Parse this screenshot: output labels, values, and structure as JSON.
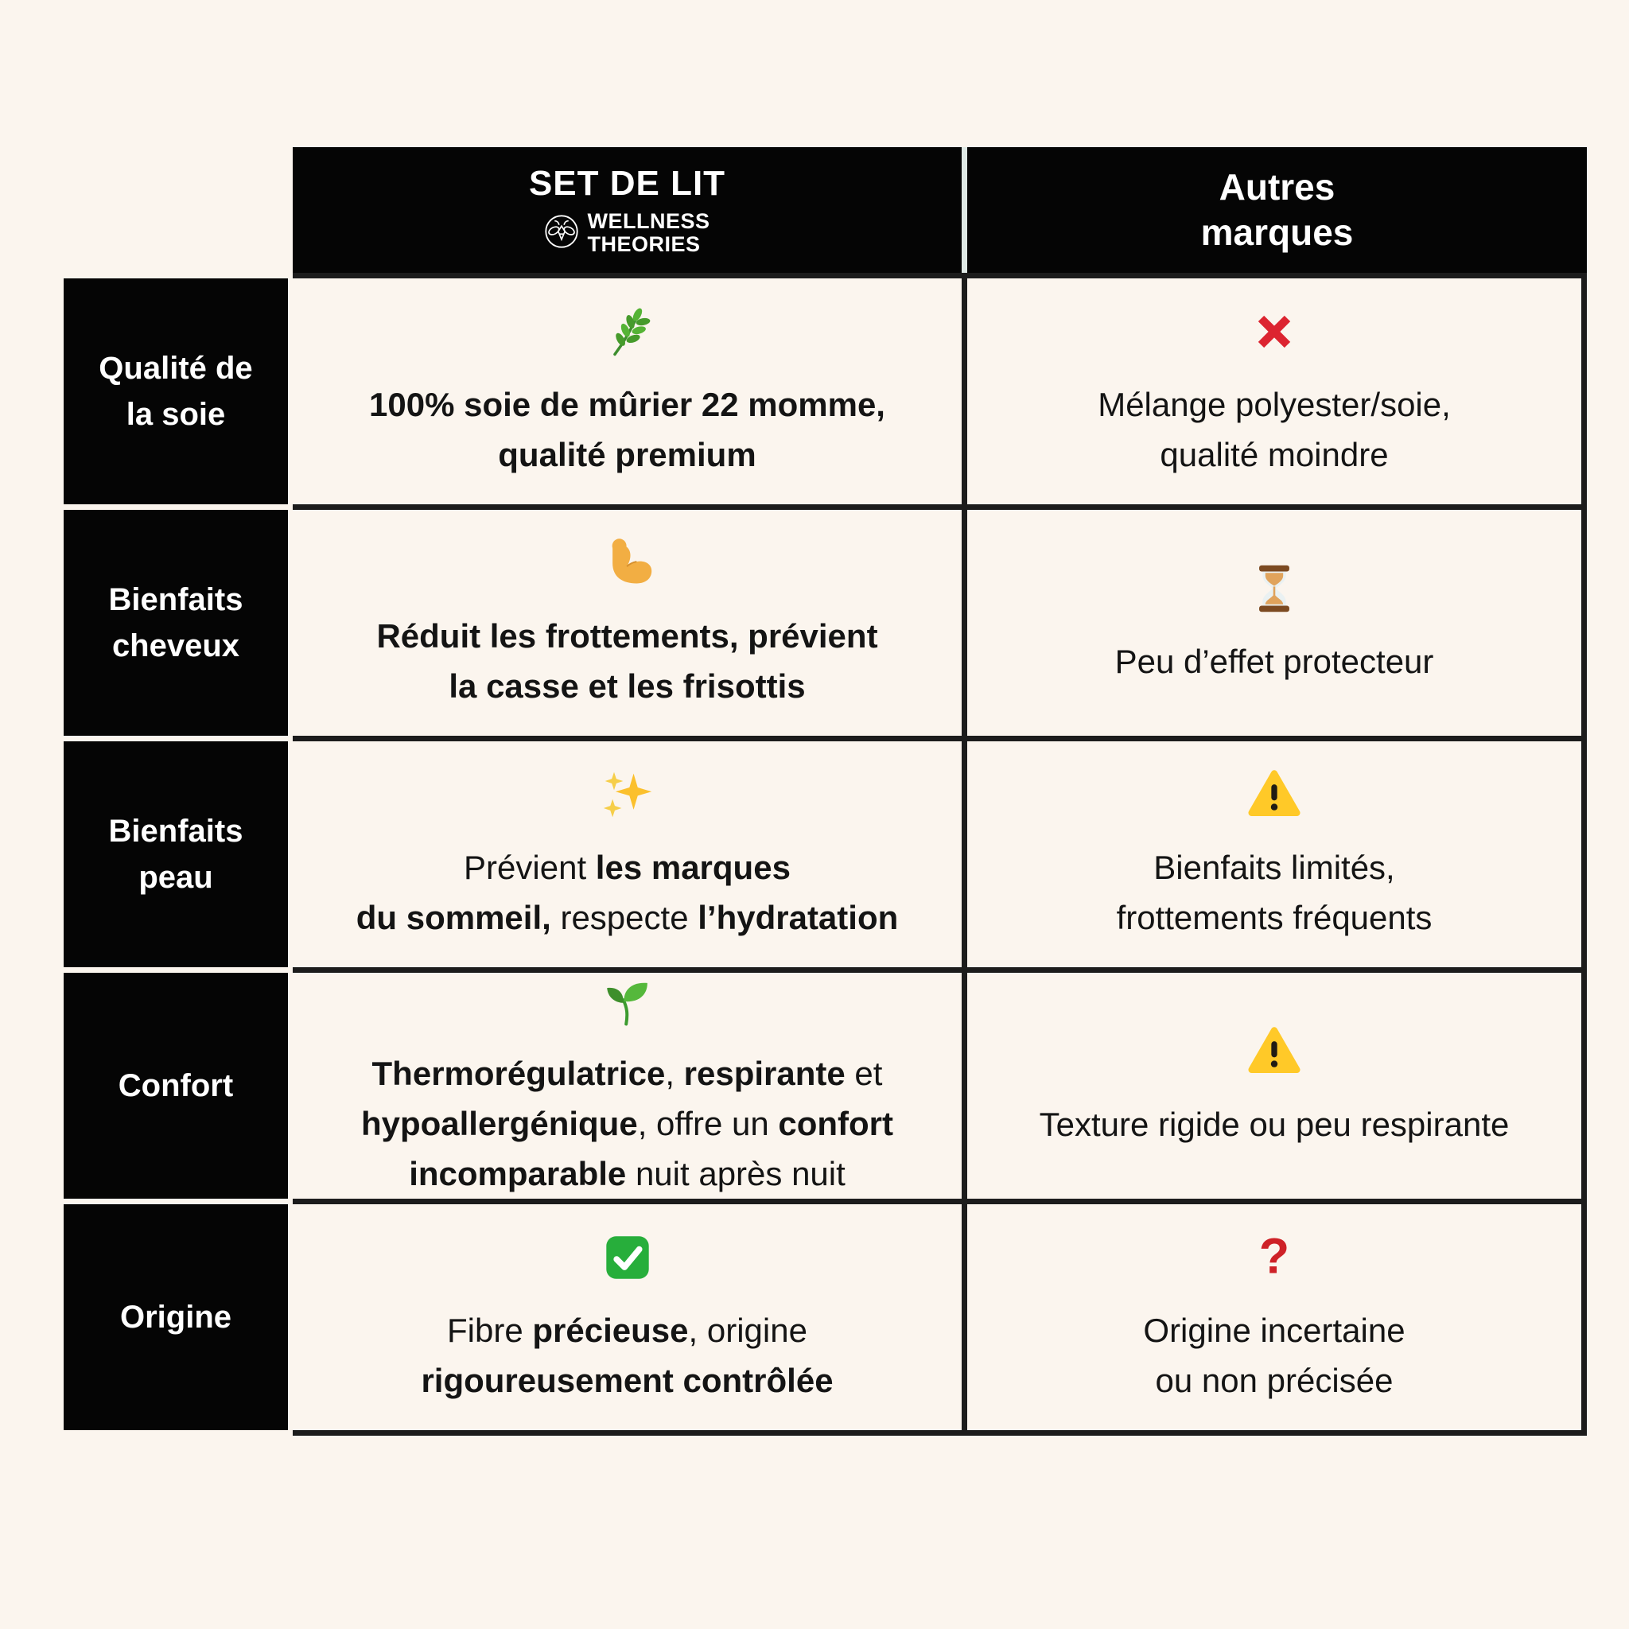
{
  "colors": {
    "background": "#FBF5EE",
    "cell_black": "#050505",
    "border_dark": "#1C1C1C",
    "header_separator": "#DEE8E4",
    "text_dark": "#141414",
    "cross_red": "#DC2430",
    "question_red": "#CE2127"
  },
  "header": {
    "product_column": {
      "title": "SET DE LIT",
      "brand_logo": "bee-logo-icon",
      "brand_name_line1": "WELLNESS",
      "brand_name_line2": "THEORIES"
    },
    "competitor_column": {
      "line1": "Autres",
      "line2": "marques"
    }
  },
  "rows": [
    {
      "label_lines": [
        "Qualité de",
        "la soie"
      ],
      "product": {
        "icon": "herb-icon",
        "lines": [
          [
            {
              "text": "100% soie de mûrier 22 momme,",
              "bold": true
            }
          ],
          [
            {
              "text": "qualité premium",
              "bold": true
            }
          ]
        ]
      },
      "competitor": {
        "icon": "cross-icon",
        "lines": [
          [
            {
              "text": "Mélange polyester/soie,",
              "bold": false
            }
          ],
          [
            {
              "text": "qualité moindre",
              "bold": false
            }
          ]
        ]
      }
    },
    {
      "label_lines": [
        "Bienfaits",
        "cheveux"
      ],
      "product": {
        "icon": "biceps-icon",
        "lines": [
          [
            {
              "text": "Réduit les frottements, prévient",
              "bold": true
            }
          ],
          [
            {
              "text": "la casse et les frisottis",
              "bold": true
            }
          ]
        ]
      },
      "competitor": {
        "icon": "hourglass-icon",
        "lines": [
          [
            {
              "text": "Peu d’effet protecteur",
              "bold": false
            }
          ]
        ]
      }
    },
    {
      "label_lines": [
        "Bienfaits",
        "peau"
      ],
      "product": {
        "icon": "sparkles-icon",
        "lines": [
          [
            {
              "text": "Prévient ",
              "bold": false
            },
            {
              "text": "les marques",
              "bold": true
            }
          ],
          [
            {
              "text": "du sommeil,",
              "bold": true
            },
            {
              "text": " respecte ",
              "bold": false
            },
            {
              "text": "l’hydratation",
              "bold": true
            }
          ]
        ]
      },
      "competitor": {
        "icon": "warning-icon",
        "lines": [
          [
            {
              "text": "Bienfaits limités,",
              "bold": false
            }
          ],
          [
            {
              "text": "frottements fréquents",
              "bold": false
            }
          ]
        ]
      }
    },
    {
      "label_lines": [
        "Confort"
      ],
      "product": {
        "icon": "seedling-icon",
        "lines": [
          [
            {
              "text": "Thermorégulatrice",
              "bold": true
            },
            {
              "text": ", ",
              "bold": false
            },
            {
              "text": "respirante",
              "bold": true
            },
            {
              "text": " et",
              "bold": false
            }
          ],
          [
            {
              "text": "hypoallergénique",
              "bold": true
            },
            {
              "text": ", offre un ",
              "bold": false
            },
            {
              "text": "confort",
              "bold": true
            }
          ],
          [
            {
              "text": "incomparable",
              "bold": true
            },
            {
              "text": " nuit après nuit",
              "bold": false
            }
          ]
        ]
      },
      "competitor": {
        "icon": "warning-icon",
        "lines": [
          [
            {
              "text": "Texture rigide ou peu respirante",
              "bold": false
            }
          ]
        ]
      }
    },
    {
      "label_lines": [
        "Origine"
      ],
      "product": {
        "icon": "check-icon",
        "lines": [
          [
            {
              "text": "Fibre ",
              "bold": false
            },
            {
              "text": "précieuse",
              "bold": true
            },
            {
              "text": ", origine",
              "bold": false
            }
          ],
          [
            {
              "text": "rigoureusement contrôlée",
              "bold": true
            }
          ]
        ]
      },
      "competitor": {
        "icon": "question-icon",
        "lines": [
          [
            {
              "text": "Origine incertaine",
              "bold": false
            }
          ],
          [
            {
              "text": "ou non précisée",
              "bold": false
            }
          ]
        ]
      }
    }
  ]
}
